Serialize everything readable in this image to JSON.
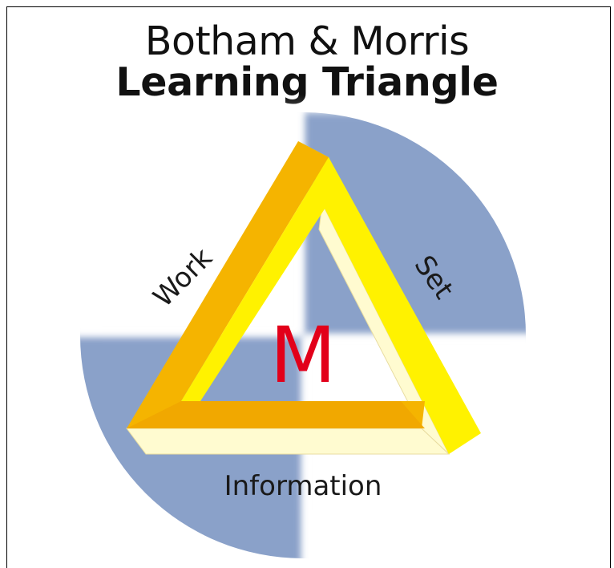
{
  "title": {
    "line1": "Botham & Morris",
    "line2": "Learning Triangle"
  },
  "triangle": {
    "center_letter": "M",
    "side_left": "Work",
    "side_right": "Set",
    "side_bottom": "Information"
  },
  "colors": {
    "disc_blue": "#8aa1c9",
    "triangle_yellow": "#fff200",
    "triangle_orange": "#f5b400",
    "triangle_cream": "#fffbd0",
    "letter_red": "#e2001a",
    "text_dark": "#1a1a1a"
  }
}
